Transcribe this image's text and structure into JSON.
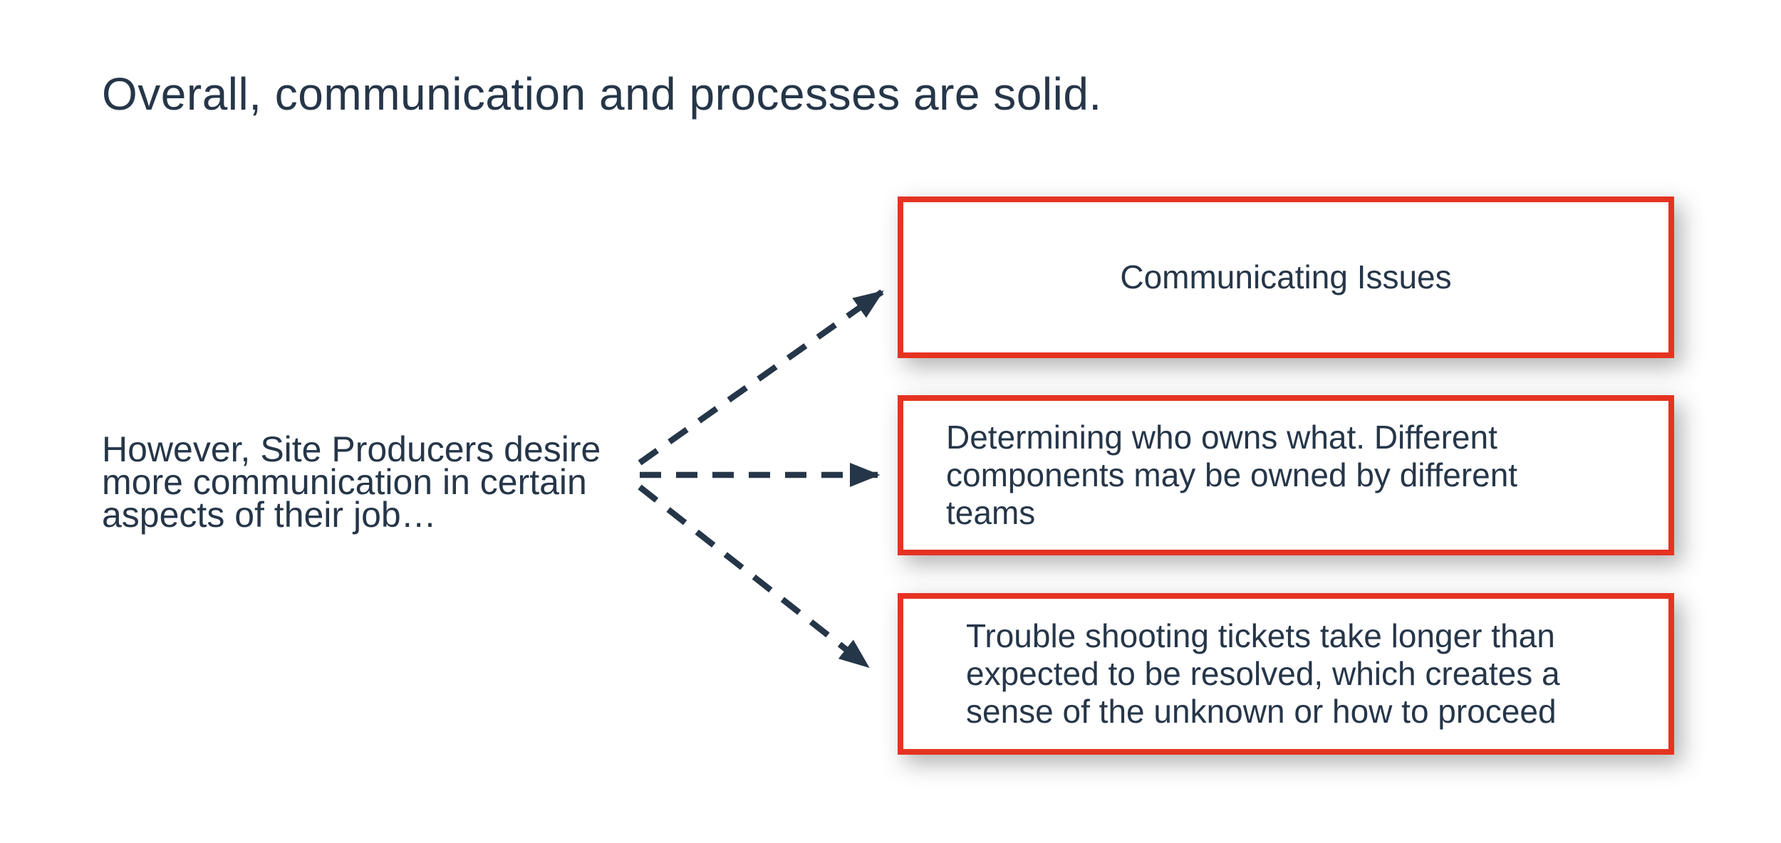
{
  "slide": {
    "title": "Overall, communication and processes are solid.",
    "left_note": "However, Site Producers desire\nmore communication in certain\naspects of their job…"
  },
  "boxes": [
    {
      "label": "Communicating Issues"
    },
    {
      "label": "Determining who owns what. Different\ncomponents may be owned by different\nteams"
    },
    {
      "label": "Trouble shooting tickets take longer than\nexpected to be resolved, which creates a\nsense of the unknown or how to proceed"
    }
  ],
  "colors": {
    "text_navy": "#263649",
    "box_border_red": "#e53322",
    "background": "#ffffff"
  }
}
